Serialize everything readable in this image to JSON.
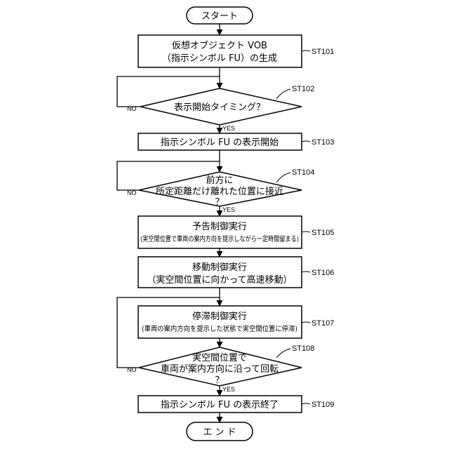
{
  "start": "スタート",
  "end": "エ ン ド",
  "steps": {
    "st101": {
      "label": "ST101",
      "lines": [
        "仮想オブジェクト VOB",
        "（指示シンボル FU）の生成"
      ]
    },
    "st102": {
      "label": "ST102",
      "lines": [
        "表示開始タイミング？"
      ]
    },
    "st103": {
      "label": "ST103",
      "lines": [
        "指示シンボル FU の表示開始"
      ]
    },
    "st104": {
      "label": "ST104",
      "lines": [
        "前方に",
        "所定距離だけ離れた位置に接近",
        "？"
      ]
    },
    "st105": {
      "label": "ST105",
      "lines": [
        "予告制御実行",
        "(実空間位置で車両の案内方向を提示しながら一定時間留まる)"
      ]
    },
    "st106": {
      "label": "ST106",
      "lines": [
        "移動制御実行",
        "（実空間位置に向かって高速移動）"
      ]
    },
    "st107": {
      "label": "ST107",
      "lines": [
        "停滞制御実行",
        "(車両の案内方向を提示した状態で実空間位置に停滞)"
      ]
    },
    "st108": {
      "label": "ST108",
      "lines": [
        "実空間位置で",
        "車両が案内方向に沿って回転",
        "？"
      ]
    },
    "st109": {
      "label": "ST109",
      "lines": [
        "指示シンボル FU の表示終了"
      ]
    }
  },
  "branches": {
    "yes": "YES",
    "no": "NO"
  }
}
